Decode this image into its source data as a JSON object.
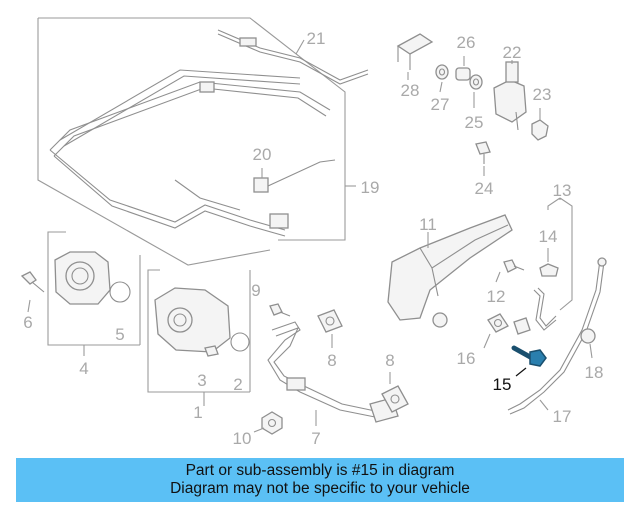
{
  "diagram": {
    "highlight_color": "#1a4f6e",
    "label_color": "#a9a9a9",
    "labels": {
      "p1": "1",
      "p2": "2",
      "p3": "3",
      "p4": "4",
      "p5": "5",
      "p6": "6",
      "p7": "7",
      "p8a": "8",
      "p8b": "8",
      "p9": "9",
      "p10": "10",
      "p11": "11",
      "p12": "12",
      "p13": "13",
      "p14": "14",
      "p15": "15",
      "p16": "16",
      "p17": "17",
      "p18": "18",
      "p19": "19",
      "p20": "20",
      "p21": "21",
      "p22": "22",
      "p23": "23",
      "p24": "24",
      "p25": "25",
      "p26": "26",
      "p27": "27",
      "p28": "28"
    }
  },
  "banner": {
    "color": "#5bc0f5",
    "line1": "Part or sub-assembly is #15 in diagram",
    "line2": "Diagram may not be specific to your vehicle"
  }
}
